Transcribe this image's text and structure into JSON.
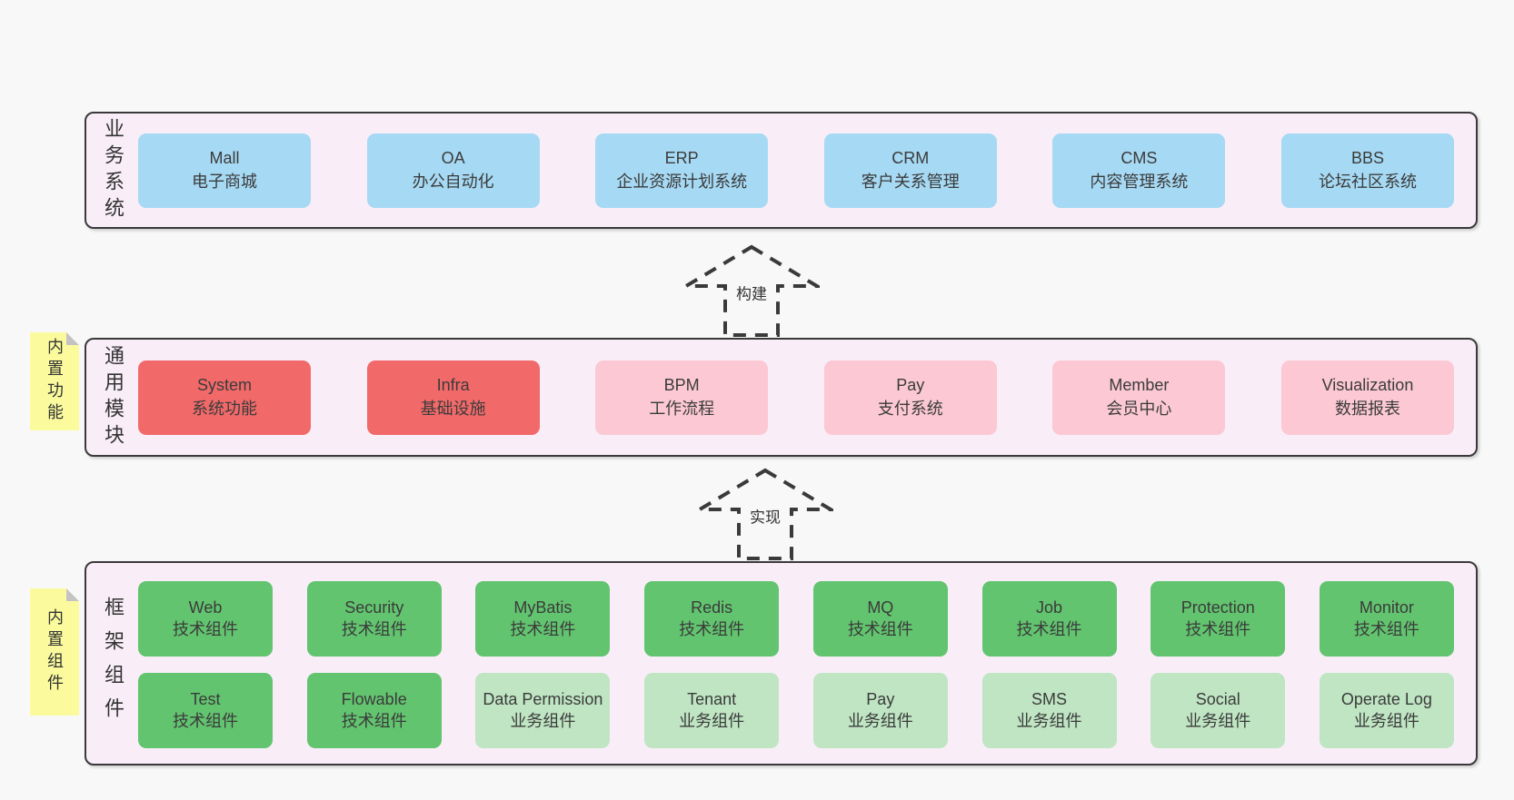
{
  "colors": {
    "page_bg": "#f8f8f8",
    "band_bg": "#f9eef8",
    "band_border": "#3a3a3a",
    "box_blue": "#a6d9f3",
    "box_red": "#f16969",
    "box_pink": "#fbc8d3",
    "box_green": "#62c46f",
    "box_green_light": "#bfe5c3",
    "sticky_yellow": "#fbfb9e",
    "text": "#3b3b3b"
  },
  "arrows": [
    {
      "id": "build",
      "label": "构建"
    },
    {
      "id": "implement",
      "label": "实现"
    }
  ],
  "bands": [
    {
      "label": "业务系统",
      "boxes": [
        {
          "title": "Mall",
          "subtitle": "电子商城",
          "variant": "blue"
        },
        {
          "title": "OA",
          "subtitle": "办公自动化",
          "variant": "blue"
        },
        {
          "title": "ERP",
          "subtitle": "企业资源计划系统",
          "variant": "blue"
        },
        {
          "title": "CRM",
          "subtitle": "客户关系管理",
          "variant": "blue"
        },
        {
          "title": "CMS",
          "subtitle": "内容管理系统",
          "variant": "blue"
        },
        {
          "title": "BBS",
          "subtitle": "论坛社区系统",
          "variant": "blue"
        }
      ]
    },
    {
      "label": "通用模块",
      "sticky": "内置功能",
      "boxes": [
        {
          "title": "System",
          "subtitle": "系统功能",
          "variant": "red"
        },
        {
          "title": "Infra",
          "subtitle": "基础设施",
          "variant": "red"
        },
        {
          "title": "BPM",
          "subtitle": "工作流程",
          "variant": "pink"
        },
        {
          "title": "Pay",
          "subtitle": "支付系统",
          "variant": "pink"
        },
        {
          "title": "Member",
          "subtitle": "会员中心",
          "variant": "pink"
        },
        {
          "title": "Visualization",
          "subtitle": "数据报表",
          "variant": "pink"
        }
      ]
    },
    {
      "label": "框架组件",
      "sticky": "内置组件",
      "rows": [
        [
          {
            "title": "Web",
            "subtitle": "技术组件",
            "variant": "green"
          },
          {
            "title": "Security",
            "subtitle": "技术组件",
            "variant": "green"
          },
          {
            "title": "MyBatis",
            "subtitle": "技术组件",
            "variant": "green"
          },
          {
            "title": "Redis",
            "subtitle": "技术组件",
            "variant": "green"
          },
          {
            "title": "MQ",
            "subtitle": "技术组件",
            "variant": "green"
          },
          {
            "title": "Job",
            "subtitle": "技术组件",
            "variant": "green"
          },
          {
            "title": "Protection",
            "subtitle": "技术组件",
            "variant": "green"
          },
          {
            "title": "Monitor",
            "subtitle": "技术组件",
            "variant": "green"
          }
        ],
        [
          {
            "title": "Test",
            "subtitle": "技术组件",
            "variant": "green"
          },
          {
            "title": "Flowable",
            "subtitle": "技术组件",
            "variant": "green"
          },
          {
            "title": "Data Permission",
            "subtitle": "业务组件",
            "variant": "green-light"
          },
          {
            "title": "Tenant",
            "subtitle": "业务组件",
            "variant": "green-light"
          },
          {
            "title": "Pay",
            "subtitle": "业务组件",
            "variant": "green-light"
          },
          {
            "title": "SMS",
            "subtitle": "业务组件",
            "variant": "green-light"
          },
          {
            "title": "Social",
            "subtitle": "业务组件",
            "variant": "green-light"
          },
          {
            "title": "Operate Log",
            "subtitle": "业务组件",
            "variant": "green-light"
          }
        ]
      ]
    }
  ]
}
